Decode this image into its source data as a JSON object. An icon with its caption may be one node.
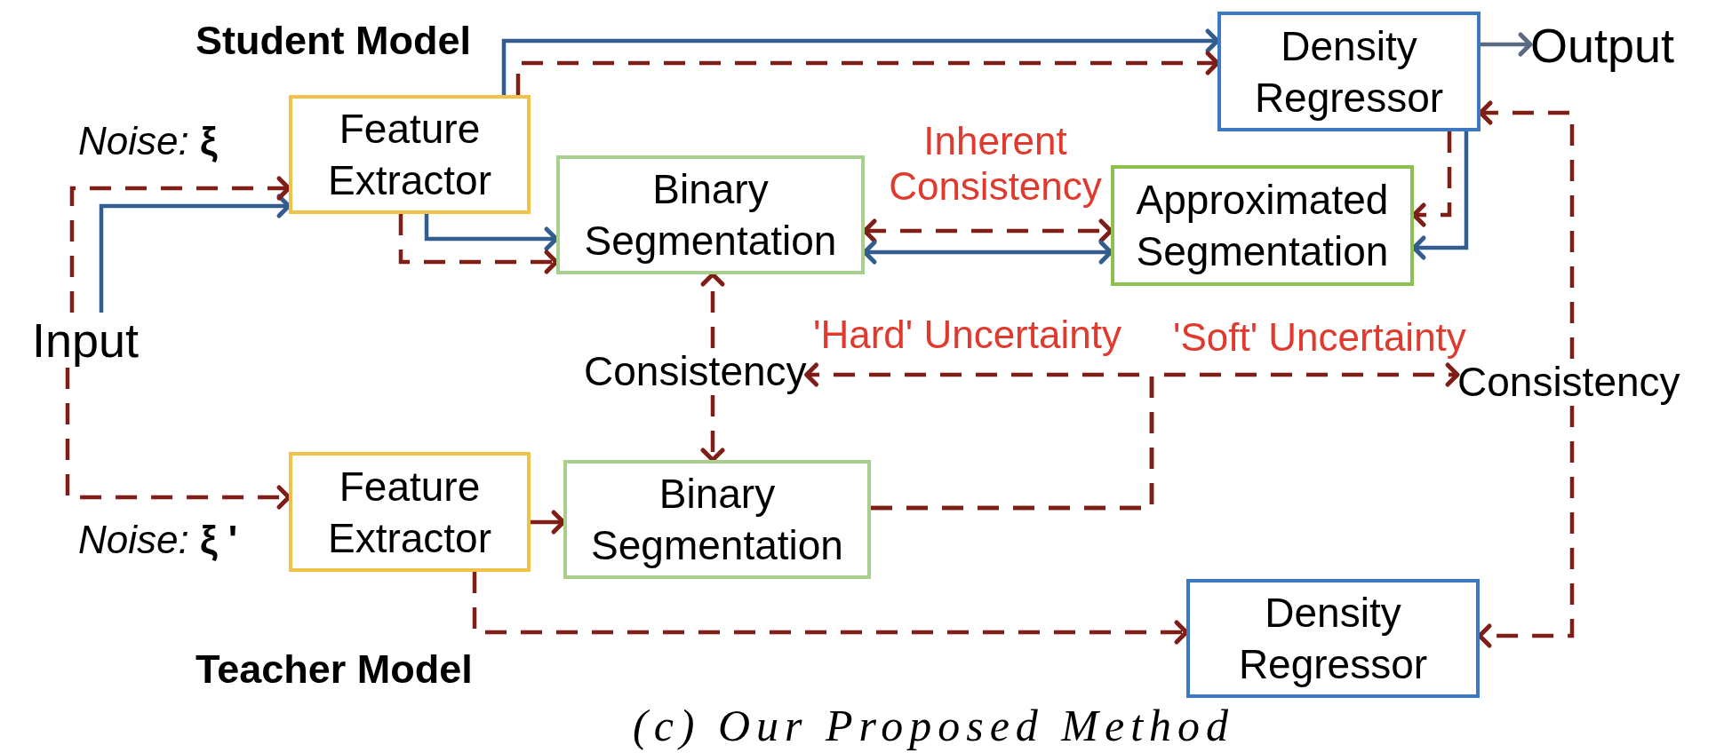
{
  "diagram": {
    "caption": "(c) Our Proposed Method",
    "nodes": [
      {
        "text": [
          "Input"
        ]
      },
      {
        "text": [
          "Feature Extractor"
        ]
      },
      {
        "text": [
          "Binary Segmentation"
        ]
      },
      {
        "text": [
          "Density Regressor"
        ]
      },
      {
        "text": [
          "Approximated Segmentation"
        ]
      },
      {
        "text": [
          "Output"
        ]
      },
      {
        "text": [
          "Consistency"
        ]
      },
      {
        "text": [
          "Consistency"
        ]
      },
      {
        "text": [
          "Feature Extractor"
        ]
      },
      {
        "text": [
          "Binary Segmentation"
        ]
      },
      {
        "text": [
          "Density Regressor"
        ]
      }
    ],
    "edges": [
      {
        "from": 0,
        "to": 1,
        "arrow": "to",
        "color": "#335d8e"
      },
      {
        "from": 0,
        "to": 1,
        "arrow": "to",
        "style": "dashed",
        "label": "*Noise:* **ξ**"
      },
      {
        "from": 1,
        "to": 2,
        "arrow": "to",
        "color": "#335d8e"
      },
      {
        "from": 1,
        "to": 2,
        "arrow": "to",
        "style": "dashed"
      },
      {
        "from": 1,
        "to": 3,
        "arrow": "to",
        "color": "#335d8e"
      },
      {
        "from": 1,
        "to": 3,
        "arrow": "to",
        "style": "dashed"
      },
      {
        "from": 2,
        "to": 4,
        "arrow": "both",
        "style": "dashed",
        "label": "Inherent Consistency"
      },
      {
        "from": 2,
        "to": 4,
        "arrow": "both",
        "color": "#335d8e"
      },
      {
        "from": 3,
        "to": 4,
        "arrow": "to",
        "style": "dashed"
      },
      {
        "from": 3,
        "to": 4,
        "arrow": "to",
        "color": "#335d8e"
      },
      {
        "from": 3,
        "to": 5,
        "arrow": "to",
        "color": "#5a6a82"
      },
      {
        "from": 6,
        "to": 2,
        "arrow": "to",
        "style": "dashed"
      },
      {
        "from": 6,
        "to": 9,
        "arrow": "to",
        "style": "dashed"
      },
      {
        "from": 7,
        "to": 3,
        "arrow": "to",
        "style": "dashed"
      },
      {
        "from": 7,
        "to": 10,
        "arrow": "to",
        "style": "dashed"
      },
      {
        "from": 0,
        "to": 8,
        "arrow": "to",
        "style": "dashed",
        "label": "*Noise:* **ξ '**"
      },
      {
        "from": 8,
        "to": 9,
        "arrow": "to"
      },
      {
        "from": 8,
        "to": 10,
        "arrow": "to",
        "style": "dashed"
      },
      {
        "from": 9,
        "to": 6,
        "arrow": "to",
        "style": "dashed",
        "label": "'Hard' Uncertainty"
      },
      {
        "from": 9,
        "to": 7,
        "arrow": "to",
        "style": "dashed",
        "label": "'Soft' Uncertainty"
      }
    ],
    "labels": [
      "Student Model",
      "Teacher Model"
    ]
  }
}
